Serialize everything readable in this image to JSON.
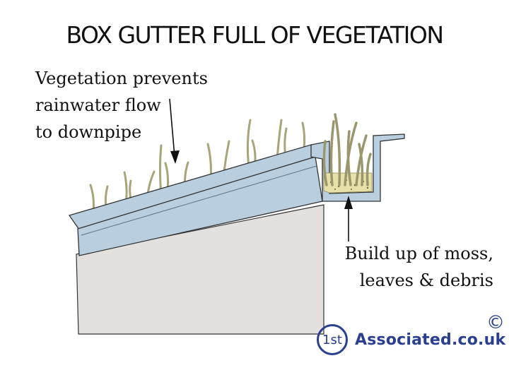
{
  "title": "BOX GUTTER FULL OF VEGETATION",
  "annotations": {
    "vegetation": [
      "Vegetation prevents",
      "rainwater flow",
      "to downpipe"
    ],
    "debris": [
      "Build up of moss,",
      "leaves & debris"
    ]
  },
  "logo": {
    "badge": "1st",
    "text": "Associated.co.uk",
    "copyright": "©"
  },
  "colors": {
    "gutter_blue": "#b9cfe0",
    "wall_grey": "#e3e0dd",
    "debris_fill": "#e7e0a8",
    "grass": "#c9c7a4",
    "logo_blue": "#2a3f8f"
  }
}
